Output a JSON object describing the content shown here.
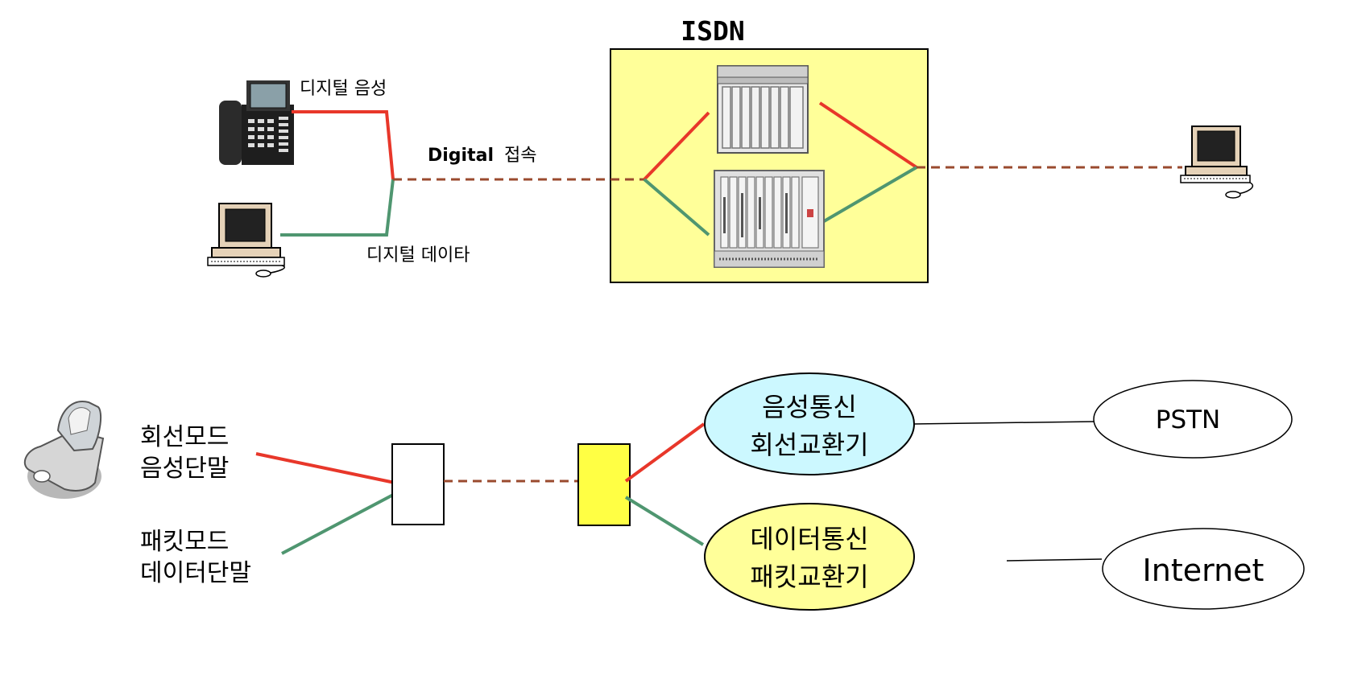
{
  "isdn": {
    "title": "ISDN",
    "label_voice": "디지털 음성",
    "label_access_prefix": "Digital",
    "label_access_suffix": "접속",
    "label_data": "디지털 데이타"
  },
  "bottom": {
    "terminal_voice_line1": "회선모드",
    "terminal_voice_line2": "음성단말",
    "terminal_data_line1": "패킷모드",
    "terminal_data_line2": "데이터단말",
    "circuit_switch_line1": "음성통신",
    "circuit_switch_line2": "회선교환기",
    "packet_switch_line1": "데이터통신",
    "packet_switch_line2": "패킷교환기",
    "pstn": "PSTN",
    "internet": "Internet"
  },
  "colors": {
    "voice": "#e8372a",
    "data": "#4f9670",
    "trunk": "#9a4a2e",
    "isdn_box": "#ffff99",
    "yellow_node": "#ffff44",
    "circuit_ellipse": "#ccf8ff",
    "packet_ellipse": "#ffff99"
  }
}
